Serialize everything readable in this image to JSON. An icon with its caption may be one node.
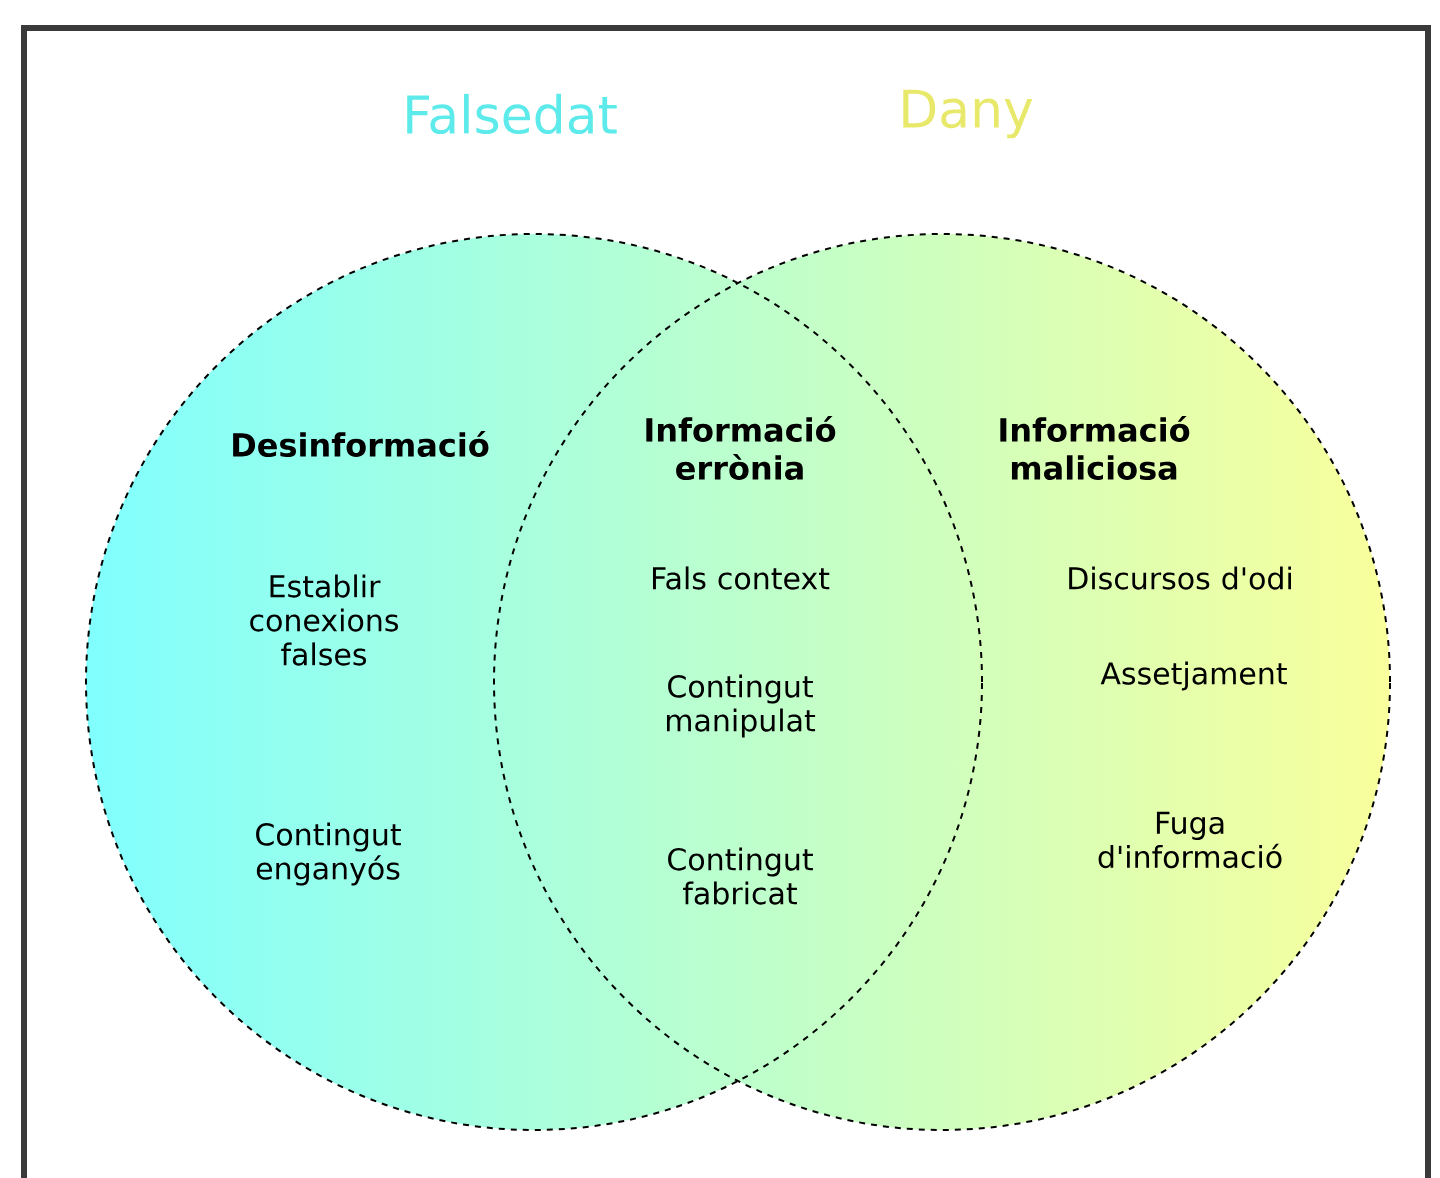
{
  "diagram": {
    "nodes": [
      {
        "text": [
          "Falsedat",
          "Desinformació",
          "Establir conexions falses",
          "Contingut enganyós"
        ]
      },
      {
        "text": [
          "Dany",
          "Informació maliciosa",
          "Discursos d'odi",
          "Assetjament",
          "Fuga d'informació"
        ]
      }
    ],
    "edges": [],
    "labels": [
      "Informació errònia",
      "Fals context",
      "Contingut manipulat",
      "Contingut fabricat"
    ]
  }
}
